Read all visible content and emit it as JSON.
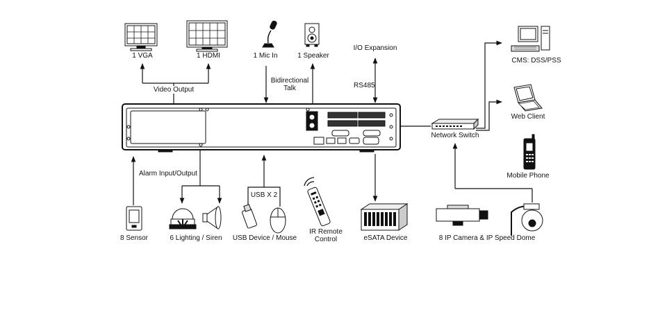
{
  "labels": {
    "vga": "1 VGA",
    "hdmi": "1 HDMI",
    "mic": "1 Mic In",
    "speaker": "1 Speaker",
    "io_expansion": "I/O Expansion",
    "video_output": "Video Output",
    "bidirectional_talk": [
      "Bidirectional",
      "Talk"
    ],
    "rs485": "RS485",
    "cms": "CMS: DSS/PSS",
    "web_client": "Web Client",
    "network_switch": "Network Switch",
    "mobile_phone": "Mobile Phone",
    "alarm_io": "Alarm Input/Output",
    "usb_x2": "USB X 2",
    "sensor": "8 Sensor",
    "lighting_siren": "6 Lighting / Siren",
    "usb_mouse": "USB Device / Mouse",
    "ir_remote": [
      "IR Remote",
      "Control"
    ],
    "esata": "eSATA Device",
    "ip_camera": "8 IP Camera & IP Speed Dome"
  },
  "colors": {
    "line": "#111111",
    "device_fill": "#ffffff",
    "panel_fill": "#f2f2f2"
  },
  "icons": [
    "monitor-icon",
    "microphone-icon",
    "speaker-icon",
    "desktop-computer-icon",
    "laptop-icon",
    "mobile-phone-icon",
    "network-switch-icon",
    "dvr-icon",
    "sensor-icon",
    "siren-light-icon",
    "siren-horn-icon",
    "usb-stick-icon",
    "mouse-icon",
    "remote-control-icon",
    "esata-enclosure-icon",
    "box-camera-icon",
    "speed-dome-icon"
  ]
}
